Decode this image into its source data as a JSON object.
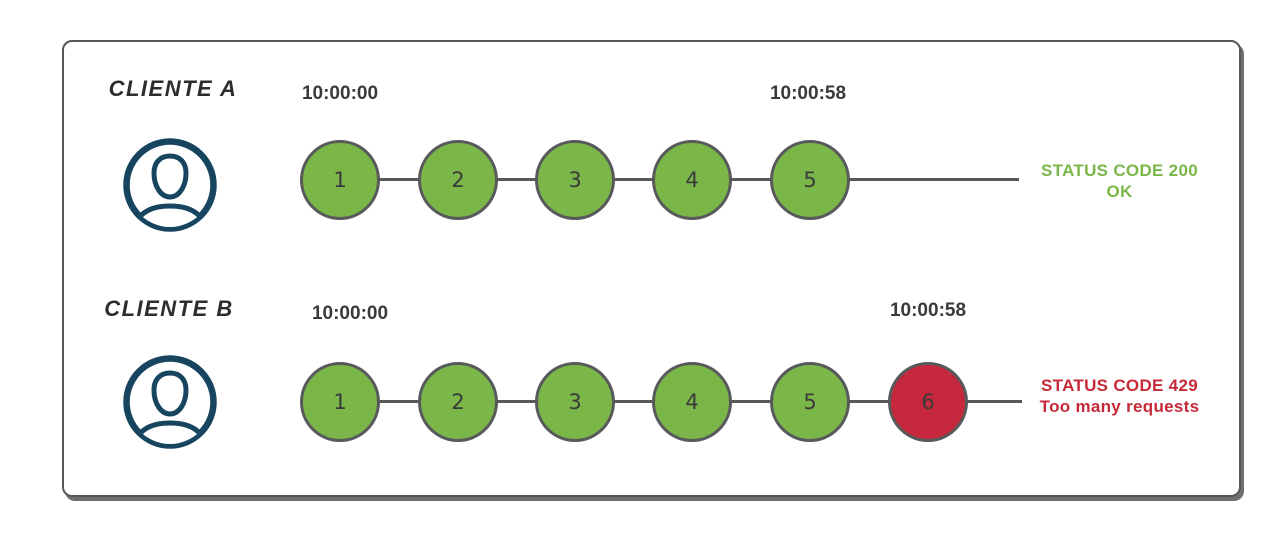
{
  "colors": {
    "success_green": "#7ab648",
    "error_red": "#c5283d",
    "stroke_gray": "#58595b",
    "avatar_navy": "#17455f"
  },
  "rows": [
    {
      "client_label": "CLIENTE A",
      "start_time": "10:00:00",
      "end_time": "10:00:58",
      "requests": [
        "1",
        "2",
        "3",
        "4",
        "5"
      ],
      "request_states": [
        "ok",
        "ok",
        "ok",
        "ok",
        "ok"
      ],
      "status": {
        "line1": "STATUS CODE 200",
        "line2": "OK"
      }
    },
    {
      "client_label": "CLIENTE B",
      "start_time": "10:00:00",
      "end_time": "10:00:58",
      "requests": [
        "1",
        "2",
        "3",
        "4",
        "5",
        "6"
      ],
      "request_states": [
        "ok",
        "ok",
        "ok",
        "ok",
        "ok",
        "rate-limited"
      ],
      "status": {
        "line1": "STATUS CODE 429",
        "line2": "Too many requests"
      }
    }
  ]
}
